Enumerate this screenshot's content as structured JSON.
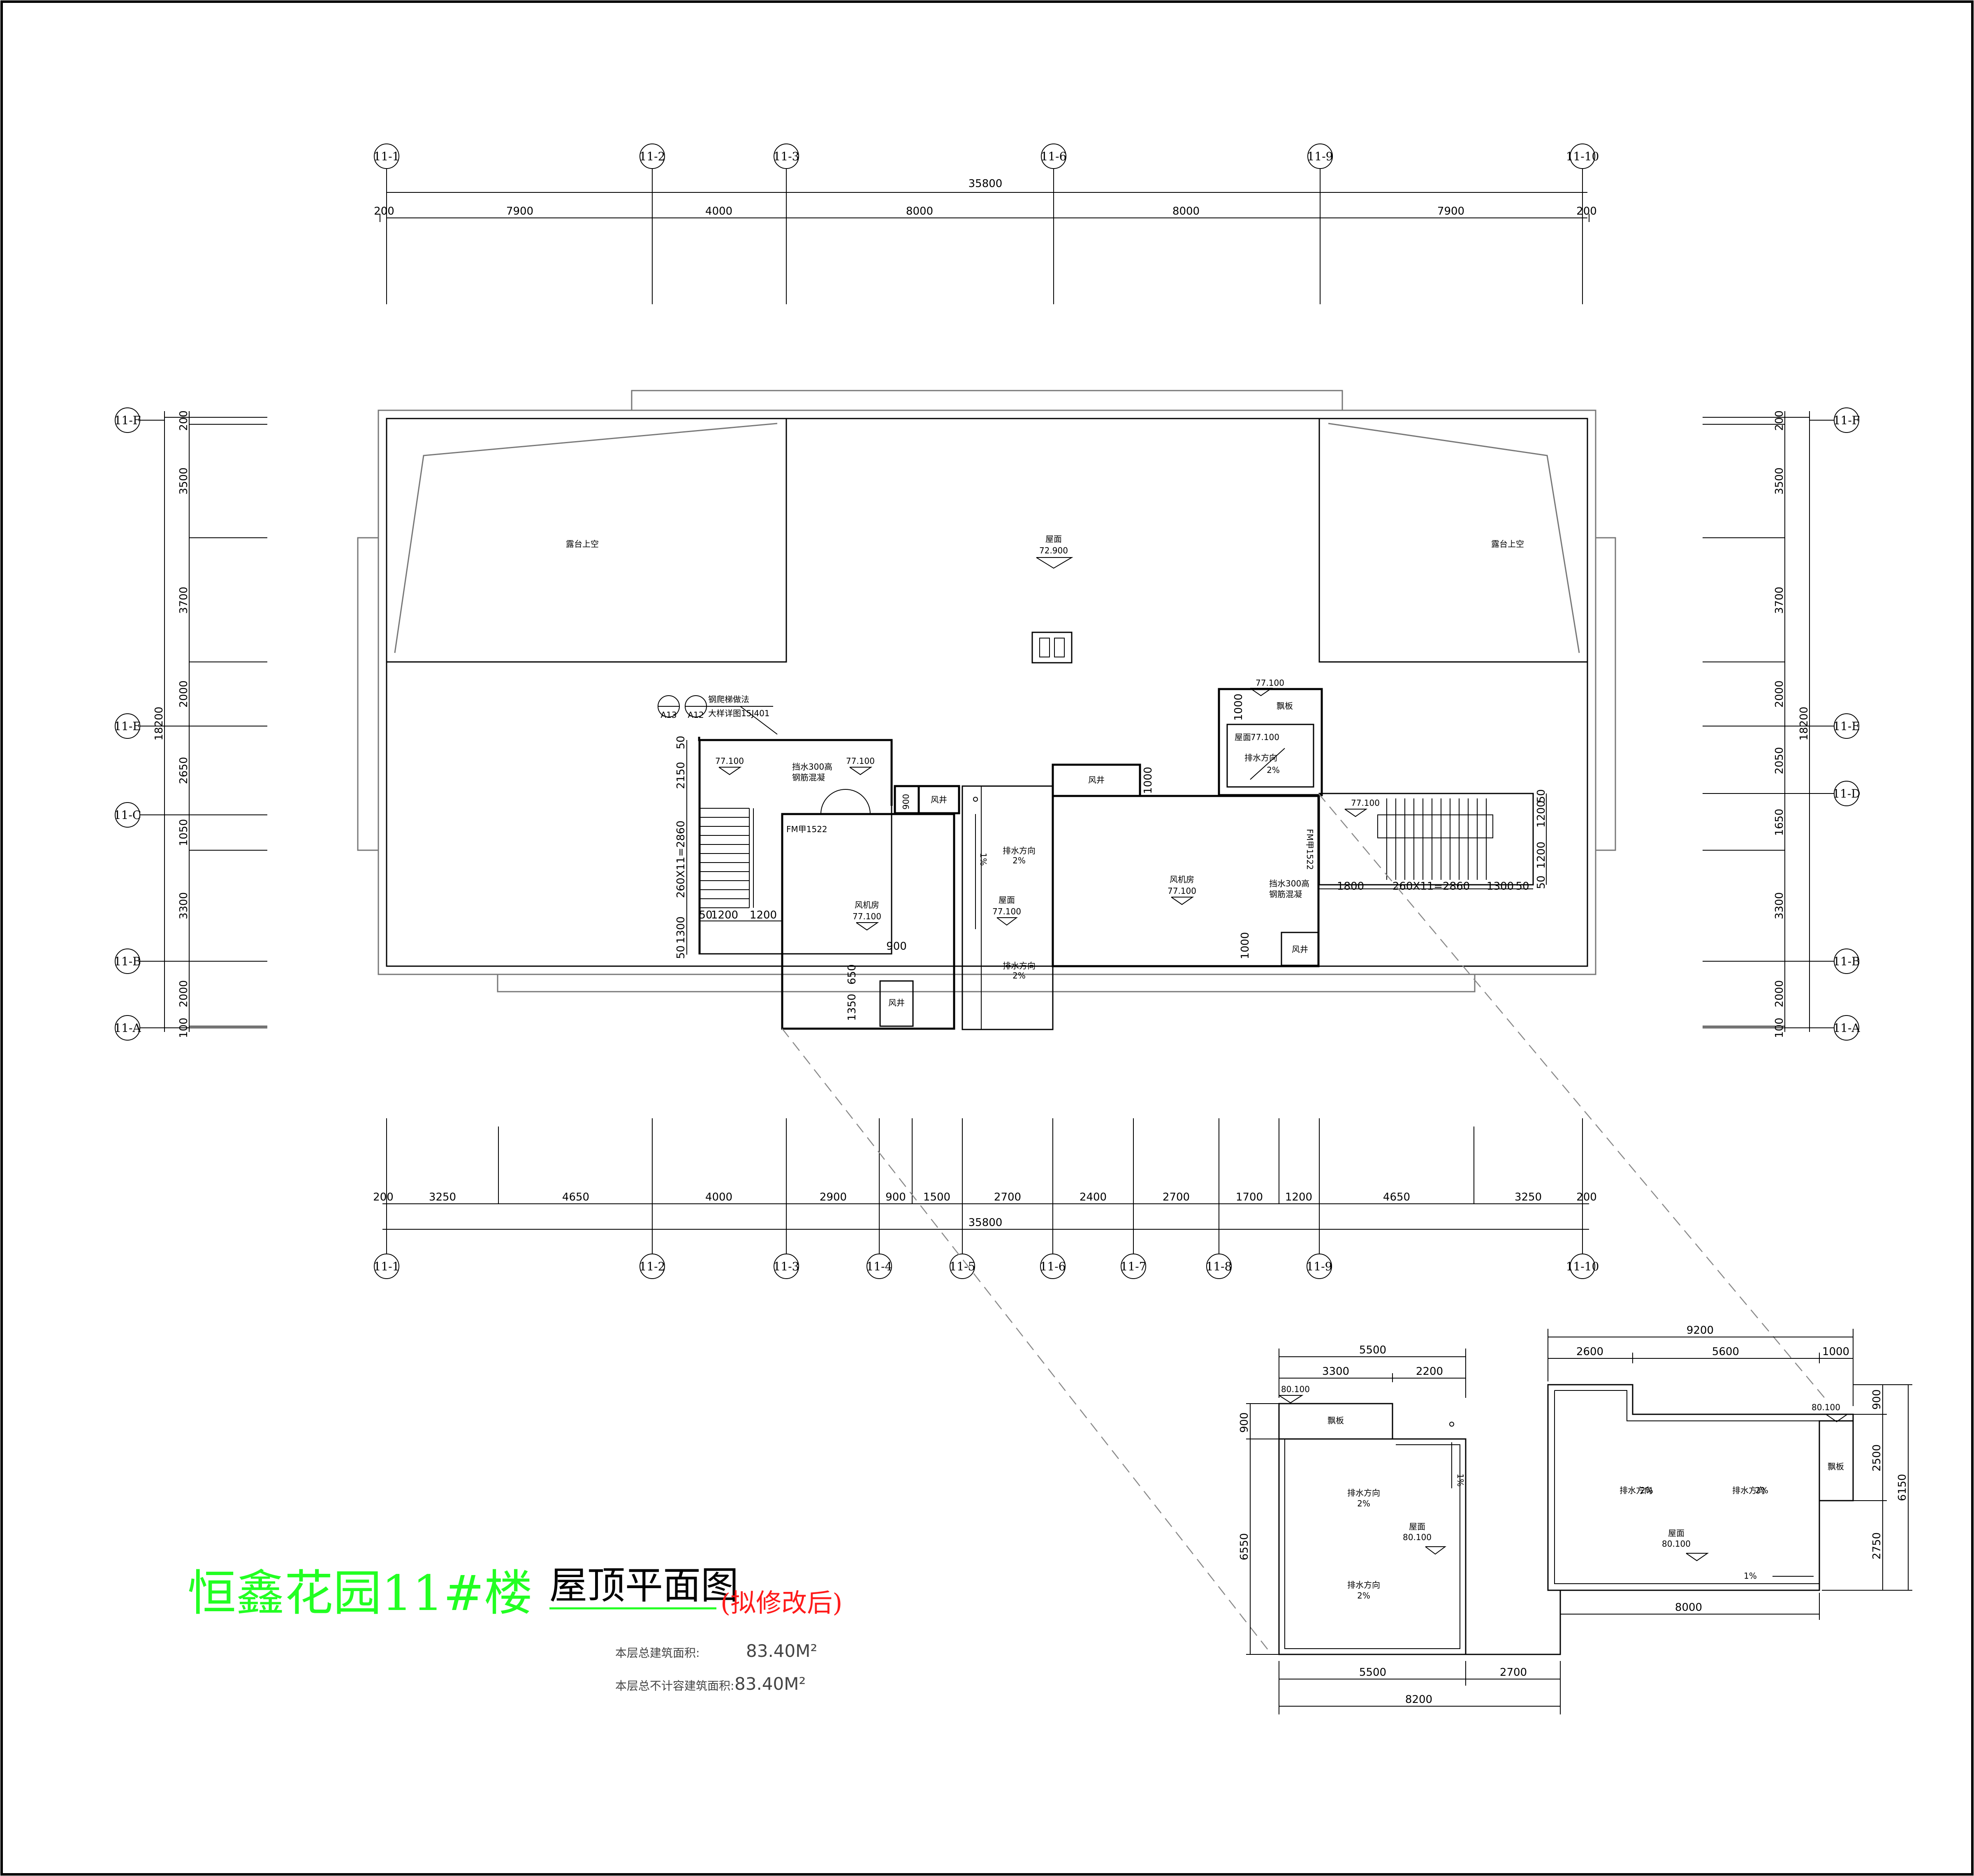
{
  "title": {
    "project": "恒鑫花园11#楼",
    "drawing": "屋顶平面图",
    "note": "(拟修改后)"
  },
  "areas": {
    "gross_label": "本层总建筑面积:",
    "gross_value": "83.40M²",
    "excluded_label": "本层总不计容建筑面积:",
    "excluded_value": "83.40M²"
  },
  "axes": {
    "top": [
      "11-1",
      "11-2",
      "11-3",
      "11-6",
      "11-9",
      "11-10"
    ],
    "bottom": [
      "11-1",
      "11-2",
      "11-3",
      "11-4",
      "11-5",
      "11-6",
      "11-7",
      "11-8",
      "11-9",
      "11-10"
    ],
    "left": [
      "11-F",
      "11-E",
      "11-C",
      "11-B",
      "11-A"
    ],
    "right": [
      "11-F",
      "11-E",
      "11-D",
      "11-B",
      "11-A"
    ]
  },
  "dims": {
    "top_total": "35800",
    "top_segments": [
      "200",
      "7900",
      "4000",
      "8000",
      "8000",
      "7900",
      "200"
    ],
    "bottom_total": "35800",
    "bottom_segments": [
      "200",
      "3250",
      "4650",
      "4000",
      "2900",
      "900",
      "1500",
      "2700",
      "2400",
      "2700",
      "1700",
      "1200",
      "4650",
      "3250",
      "200"
    ],
    "left_total": "18200",
    "left_segments": [
      "200",
      "3500",
      "3700",
      "2000",
      "2650",
      "1050",
      "3300",
      "2000",
      "100"
    ],
    "right_total": "18200",
    "right_segments": [
      "200",
      "3500",
      "3700",
      "2000",
      "2050",
      "1650",
      "3300",
      "2000",
      "100"
    ],
    "stair_left": [
      "50",
      "2150",
      "260X11=2860",
      "1300",
      "50"
    ],
    "stair_left_h": [
      "50",
      "1200",
      "1200"
    ],
    "stair_right_v": [
      "50",
      "1200",
      "1200",
      "50"
    ],
    "stair_right_h": [
      "1800",
      "260X11=2860",
      "1300",
      "50"
    ],
    "misc": [
      "900",
      "650",
      "1350",
      "900",
      "1000",
      "1000"
    ],
    "detail_a_top": [
      "5500",
      "3300",
      "2200"
    ],
    "detail_a_bottom": [
      "5500",
      "2700",
      "8200"
    ],
    "detail_a_left": [
      "900",
      "6550"
    ],
    "detail_b_top": [
      "9200",
      "2600",
      "5600",
      "1000"
    ],
    "detail_b_right": [
      "900",
      "2500",
      "2750",
      "6150"
    ],
    "detail_b_bottom": [
      "8000"
    ]
  },
  "labels": {
    "terrace_void": "露台上空",
    "roof": "屋面",
    "roof_elev_main": "72.900",
    "elev_777": "77.100",
    "elev_801": "80.100",
    "fan_room": "风机房",
    "shaft": "风井",
    "door": "FM甲1522",
    "slope_1": "1%",
    "slope_2": "2%",
    "drain_dir": "排水方向",
    "parapet": "飘板",
    "ramp_note": "挡水300高",
    "ramp_note2": "钢筋混凝",
    "ref_a": "A13",
    "ref_b": "A12",
    "ref_note": "钢爬梯做法",
    "ref_note2": "大样详图15J401"
  },
  "colors": {
    "title_green": "#22ff22",
    "note_red": "#ff1a1a",
    "line": "#000000"
  }
}
